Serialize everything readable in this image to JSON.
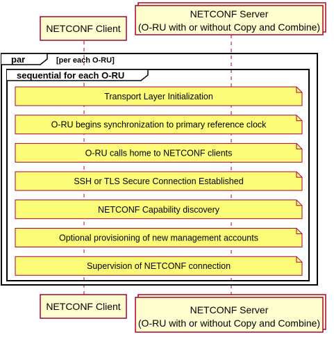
{
  "participants": {
    "client": {
      "label": "NETCONF Client"
    },
    "server": {
      "label_line1": "NETCONF Server",
      "label_line2": "(O-RU with or without Copy and Combine)"
    }
  },
  "fragments": {
    "outer": {
      "keyword": "par",
      "guard": "[per each O-RU]"
    },
    "inner": {
      "keyword": "sequential for each O-RU"
    }
  },
  "notes": [
    {
      "text": "Transport Layer Initialization"
    },
    {
      "text": "O-RU begins synchronization to primary reference clock"
    },
    {
      "text": "O-RU calls home to NETCONF clients"
    },
    {
      "text": "SSH or TLS Secure Connection Established"
    },
    {
      "text": "NETCONF Capability discovery"
    },
    {
      "text": "Optional provisioning of new management accounts"
    },
    {
      "text": "Supervision of NETCONF connection"
    }
  ],
  "colors": {
    "participant_fill": "#FEFECE",
    "participant_stroke": "#A80036",
    "note_fill": "#FBFB77",
    "note_stroke": "#A80036",
    "frame_stroke": "#000000"
  }
}
